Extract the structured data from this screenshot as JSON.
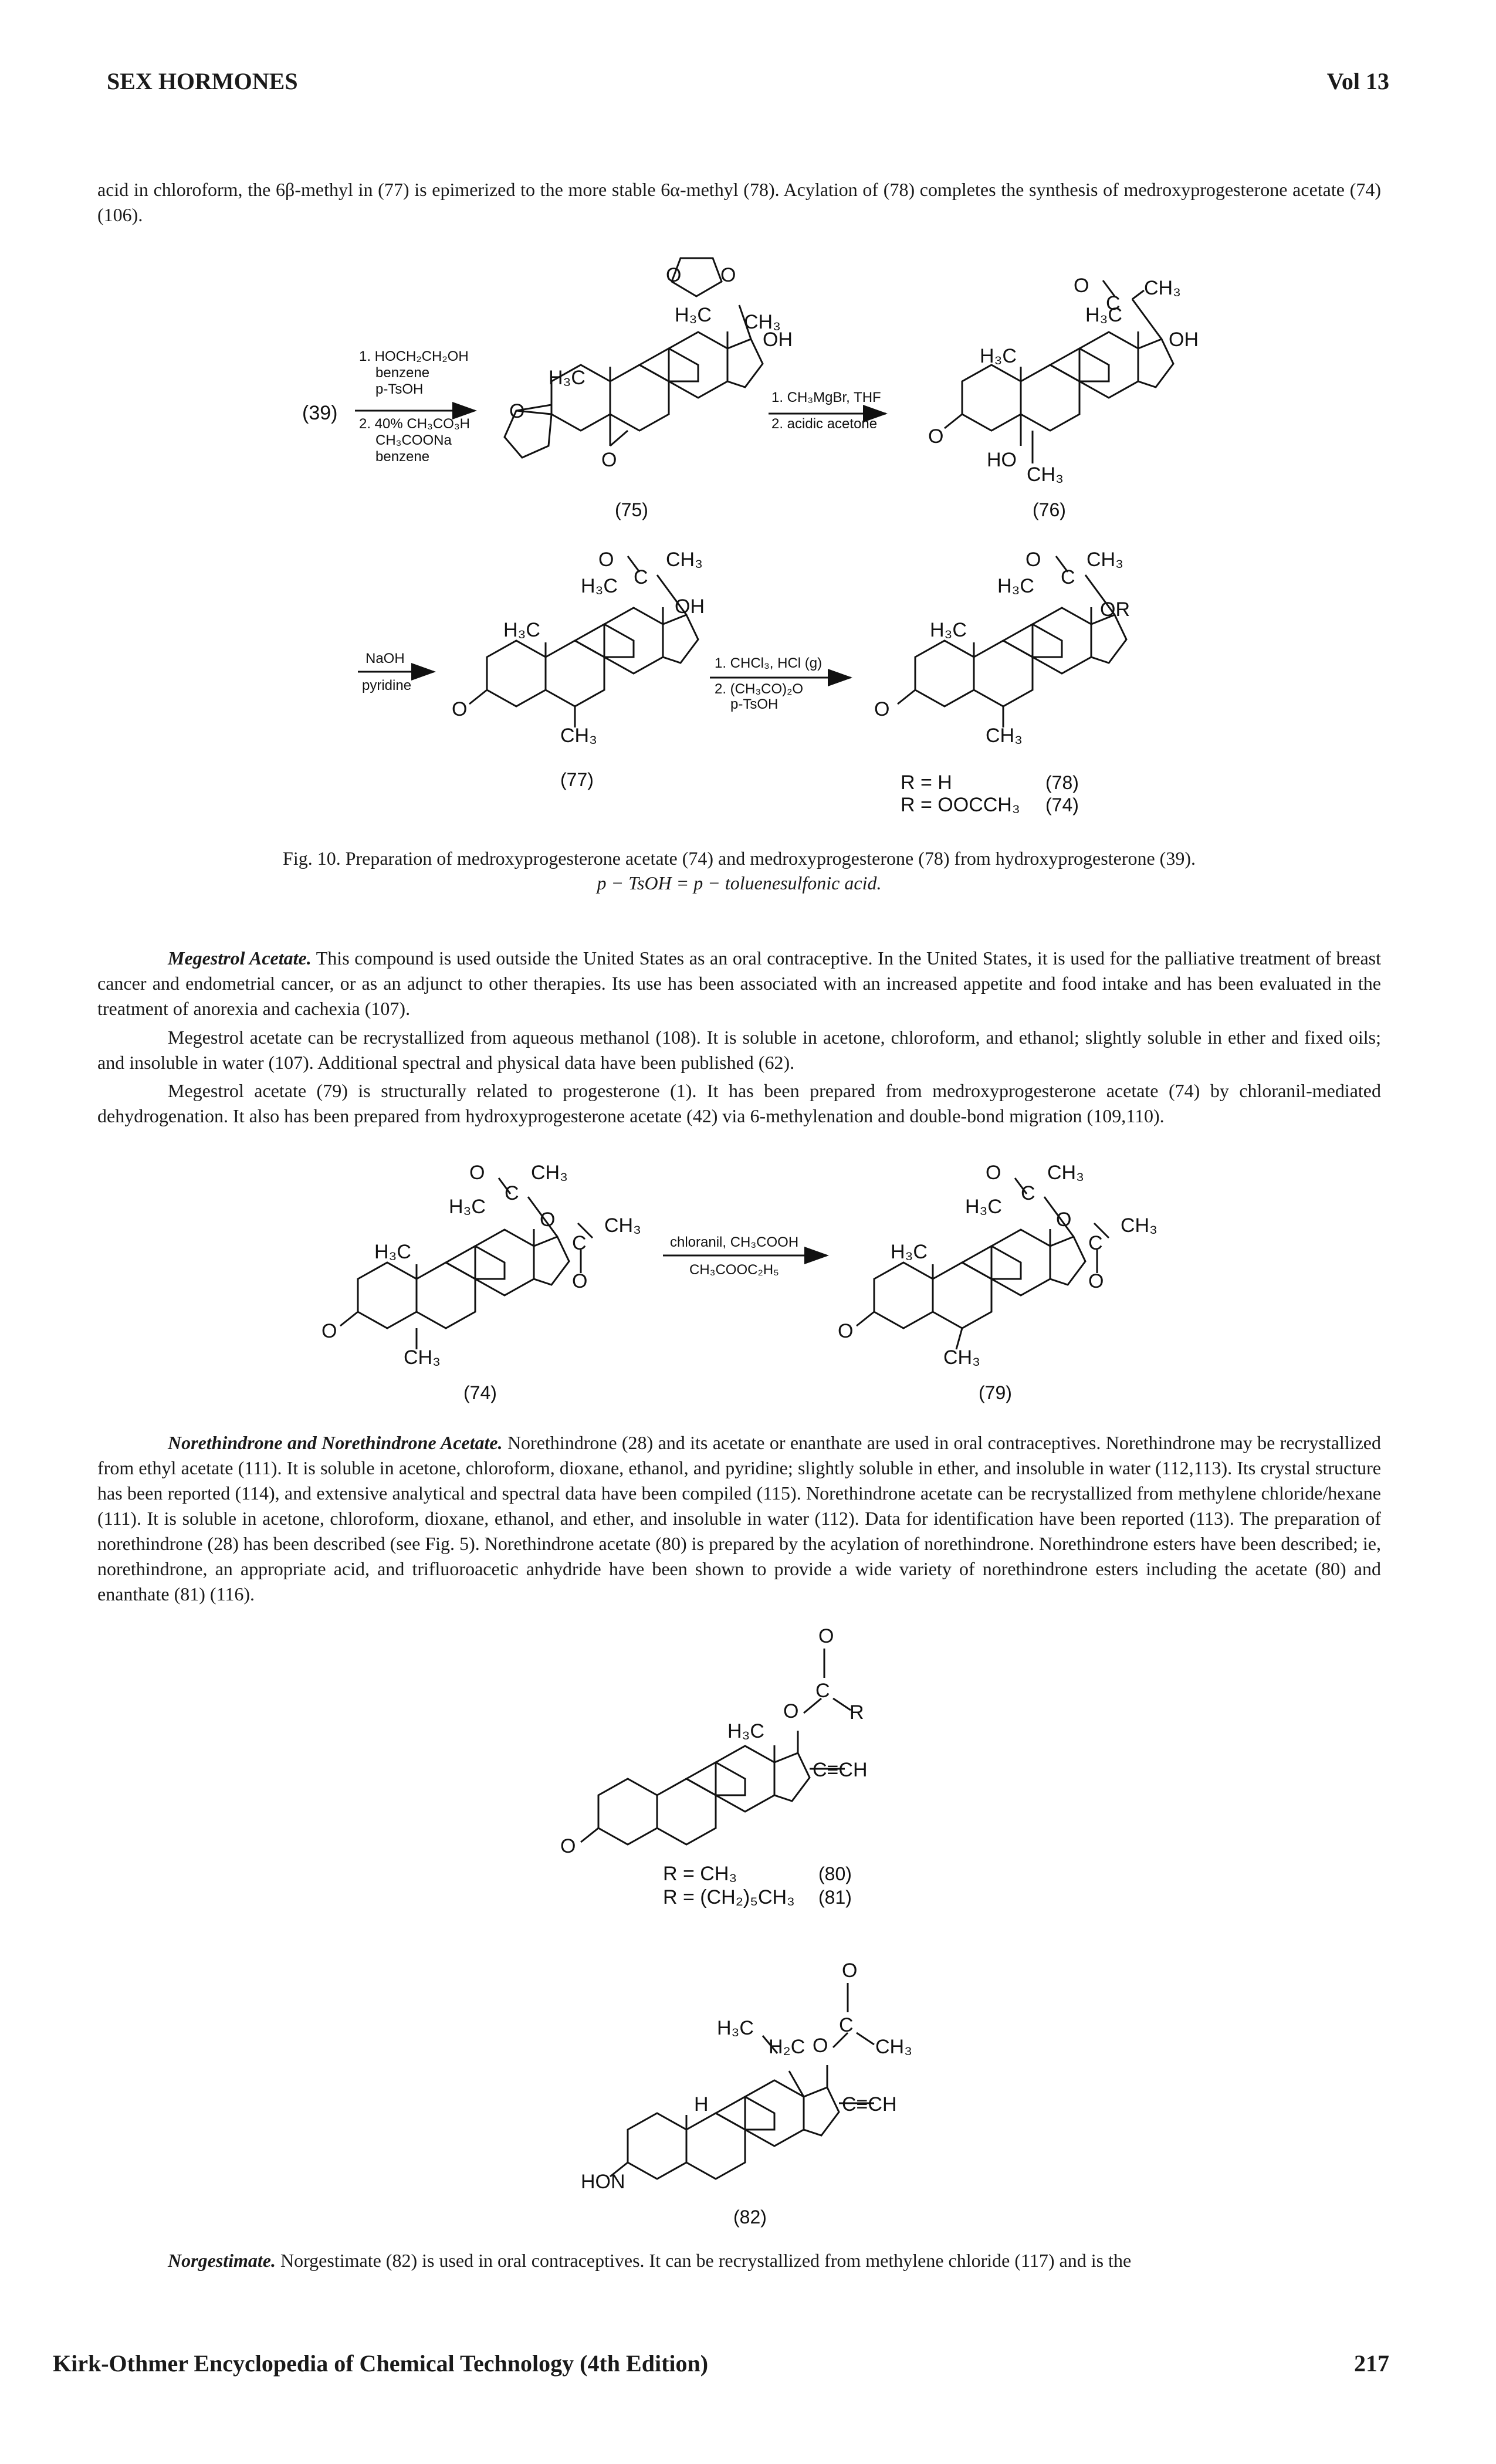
{
  "header": {
    "left": "SEX HORMONES",
    "right": "Vol 13"
  },
  "intro_text": "acid in chloroform, the 6β-methyl in (77) is epimerized to the more stable 6α-methyl (78). Acylation of (78) completes the synthesis of medroxyprogesterone acetate (74) (106).",
  "scheme1": {
    "start_label": "(39)",
    "step1_conditions": [
      "1. HOCH₂CH₂OH",
      "benzene",
      "p-TsOH",
      "2. 40% CH₃CO₃H",
      "CH₃COONa",
      "benzene"
    ],
    "compound_75": "(75)",
    "step2_conditions": [
      "1. CH₃MgBr, THF",
      "2. acidic acetone"
    ],
    "compound_76": "(76)",
    "step3_conditions": [
      "NaOH",
      "pyridine"
    ],
    "compound_77": "(77)",
    "step4_conditions": [
      "1. CHCl₃, HCl (g)",
      "2. (CH₃CO)₂O",
      "p-TsOH"
    ],
    "r_legend": [
      {
        "r": "R = H",
        "num": "(78)"
      },
      {
        "r": "R = OOCCH₃",
        "num": "(74)"
      }
    ],
    "atoms": {
      "h3c": "H₃C",
      "ch3": "CH₃",
      "oh": "OH",
      "or": "OR",
      "ho": "HO",
      "o": "O",
      "c": "C",
      "r": "R",
      "hon": "HON",
      "h": "H",
      "h2c": "H₂C",
      "cch": "C≡CH"
    }
  },
  "figure_caption": {
    "line1": "Fig. 10. Preparation of medroxyprogesterone acetate (74) and medroxyprogesterone (78) from hydroxyprogesterone (39).",
    "line2": "p − TsOH = p − toluenesulfonic acid."
  },
  "megestrol": {
    "heading": "Megestrol Acetate.",
    "p1": " This compound is used outside the United States as an oral contraceptive. In the United States, it is used for the palliative treatment of breast cancer and endometrial cancer, or as an adjunct to other therapies. Its use has been associated with an increased appetite and food intake and has been evaluated in the treatment of anorexia and cachexia (107).",
    "p2": "Megestrol acetate can be recrystallized from aqueous methanol (108). It is soluble in acetone, chloroform, and ethanol; slightly soluble in ether and fixed oils; and insoluble in water (107). Additional spectral and physical data have been published (62).",
    "p3": "Megestrol acetate (79) is structurally related to progesterone (1). It has been prepared from medroxyprogesterone acetate (74) by chloranil-mediated dehydrogenation. It also has been prepared from hydroxyprogesterone acetate (42) via 6-methylenation and double-bond migration (109,110)."
  },
  "scheme2": {
    "conditions": [
      "chloranil, CH₃COOH",
      "CH₃COOC₂H₅"
    ],
    "left_label": "(74)",
    "right_label": "(79)"
  },
  "norethindrone": {
    "heading": "Norethindrone and Norethindrone Acetate.",
    "p1": " Norethindrone (28) and its acetate or enanthate are used in oral contraceptives. Norethindrone may be recrystallized from ethyl acetate (111). It is soluble in acetone, chloroform, dioxane, ethanol, and pyridine; slightly soluble in ether, and insoluble in water (112,113). Its crystal structure has been reported (114), and extensive analytical and spectral data have been compiled (115). Norethindrone acetate can be recrystallized from methylene chloride/hexane (111). It is soluble in acetone, chloroform, dioxane, ethanol, and ether, and insoluble in water (112). Data for identification have been reported (113). The preparation of norethindrone (28) has been described (see Fig. 5). Norethindrone acetate (80) is prepared by the acylation of norethindrone. Norethindrone esters have been described; ie, norethindrone, an appropriate acid, and trifluoroacetic anhydride have been shown to provide a wide variety of norethindrone esters including the acetate (80) and enanthate (81) (116)."
  },
  "ester_legend": [
    {
      "r": "R = CH₃",
      "num": "(80)"
    },
    {
      "r": "R = (CH₂)₅CH₃",
      "num": "(81)"
    }
  ],
  "norgestimate_label": "(82)",
  "norgestimate": {
    "heading": "Norgestimate.",
    "p1": " Norgestimate (82) is used in oral contraceptives. It can be recrystallized from methylene chloride (117) and is the"
  },
  "footer": {
    "left": "Kirk-Othmer Encyclopedia of Chemical Technology (4th Edition)",
    "right": "217"
  }
}
